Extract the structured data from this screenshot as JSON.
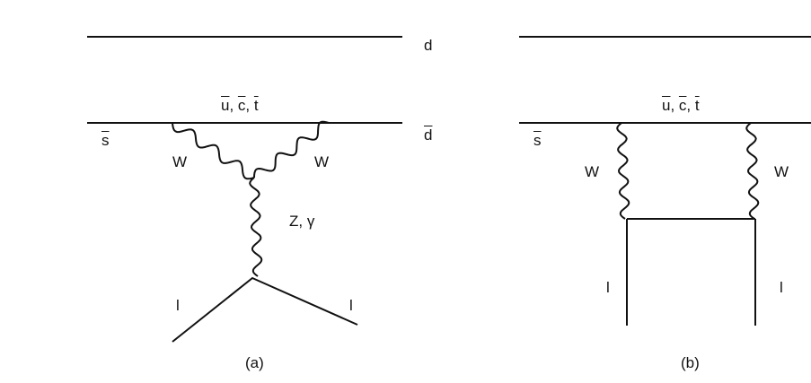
{
  "diagram_a": {
    "caption": "(a)",
    "top_quark_label": "d",
    "loop_quarks": [
      "u",
      "c",
      "t"
    ],
    "incoming_antiquark": "s",
    "outgoing_antiquark": "d",
    "w_left": "W",
    "w_right": "W",
    "neutral_boson": "Z, γ",
    "lepton_left": "l",
    "lepton_right": "l"
  },
  "diagram_b": {
    "caption": "(b)",
    "loop_quarks": [
      "u",
      "c",
      "t"
    ],
    "incoming_antiquark": "s",
    "w_left": "W",
    "w_right": "W",
    "lepton_left": "l",
    "lepton_right": "l"
  },
  "colors": {
    "line": "#111111",
    "background": "#ffffff"
  }
}
